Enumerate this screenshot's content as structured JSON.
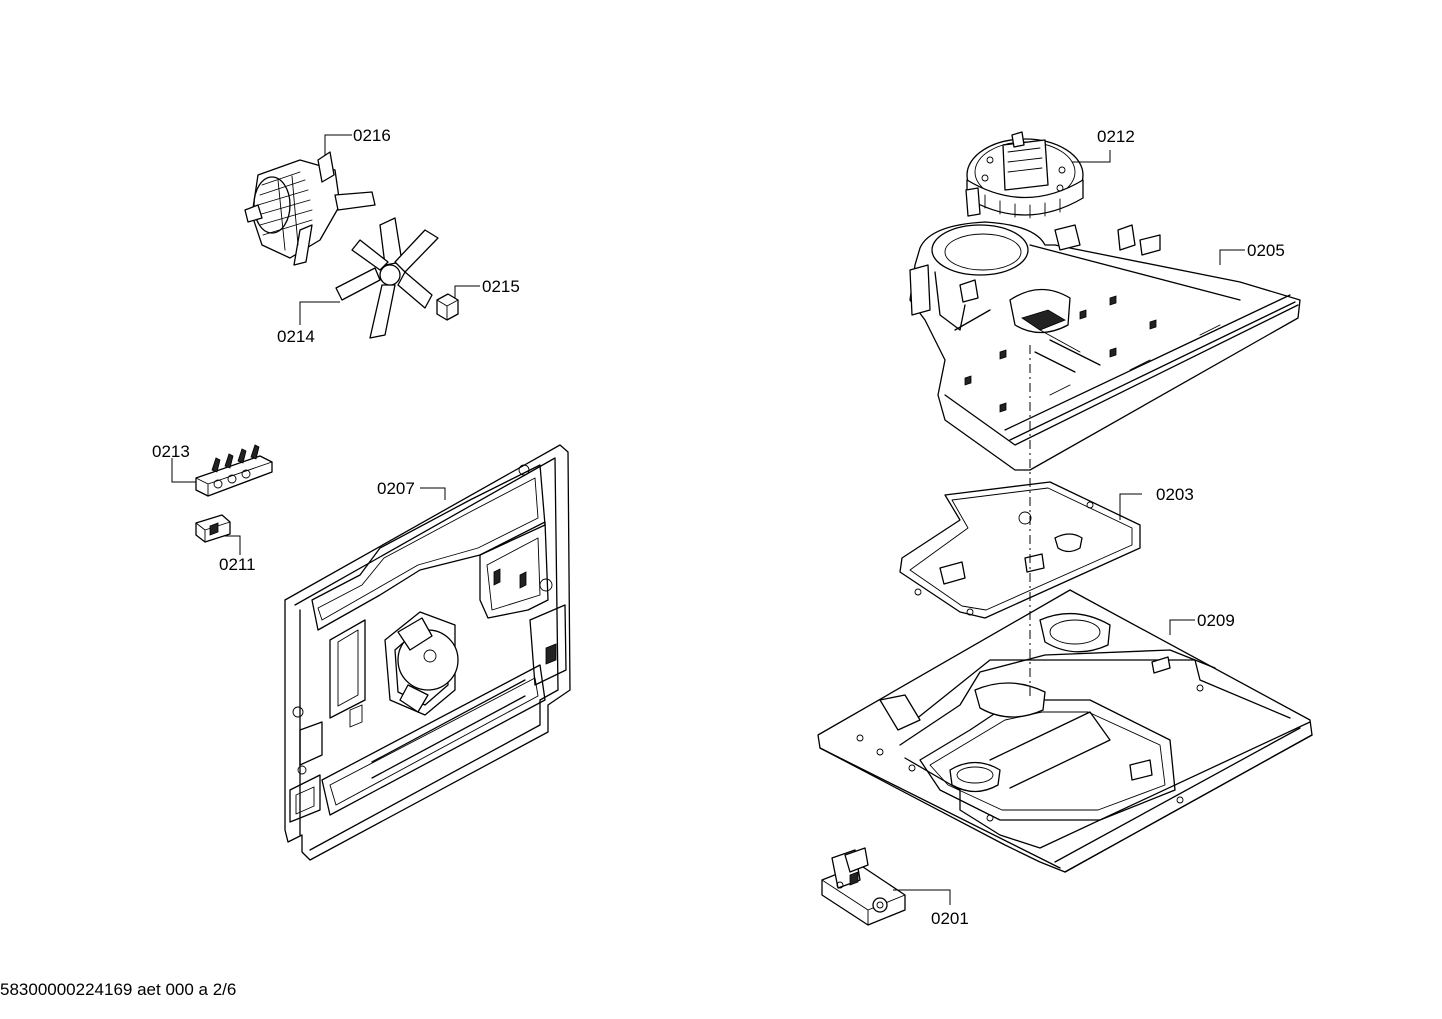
{
  "diagram": {
    "parts": [
      {
        "id": "p0216",
        "label": "0216",
        "name": "fan-motor"
      },
      {
        "id": "p0214",
        "label": "0214",
        "name": "fan-wheel"
      },
      {
        "id": "p0215",
        "label": "0215",
        "name": "nut"
      },
      {
        "id": "p0213",
        "label": "0213",
        "name": "terminal-block"
      },
      {
        "id": "p0211",
        "label": "0211",
        "name": "clip"
      },
      {
        "id": "p0207",
        "label": "0207",
        "name": "rear-wall"
      },
      {
        "id": "p0212",
        "label": "0212",
        "name": "cooling-fan"
      },
      {
        "id": "p0205",
        "label": "0205",
        "name": "air-duct"
      },
      {
        "id": "p0203",
        "label": "0203",
        "name": "insulation-plate"
      },
      {
        "id": "p0209",
        "label": "0209",
        "name": "base-plate"
      },
      {
        "id": "p0201",
        "label": "0201",
        "name": "switch-bracket"
      }
    ]
  },
  "footer": {
    "document_code": "58300000224169 aet 000 a 2/6"
  }
}
